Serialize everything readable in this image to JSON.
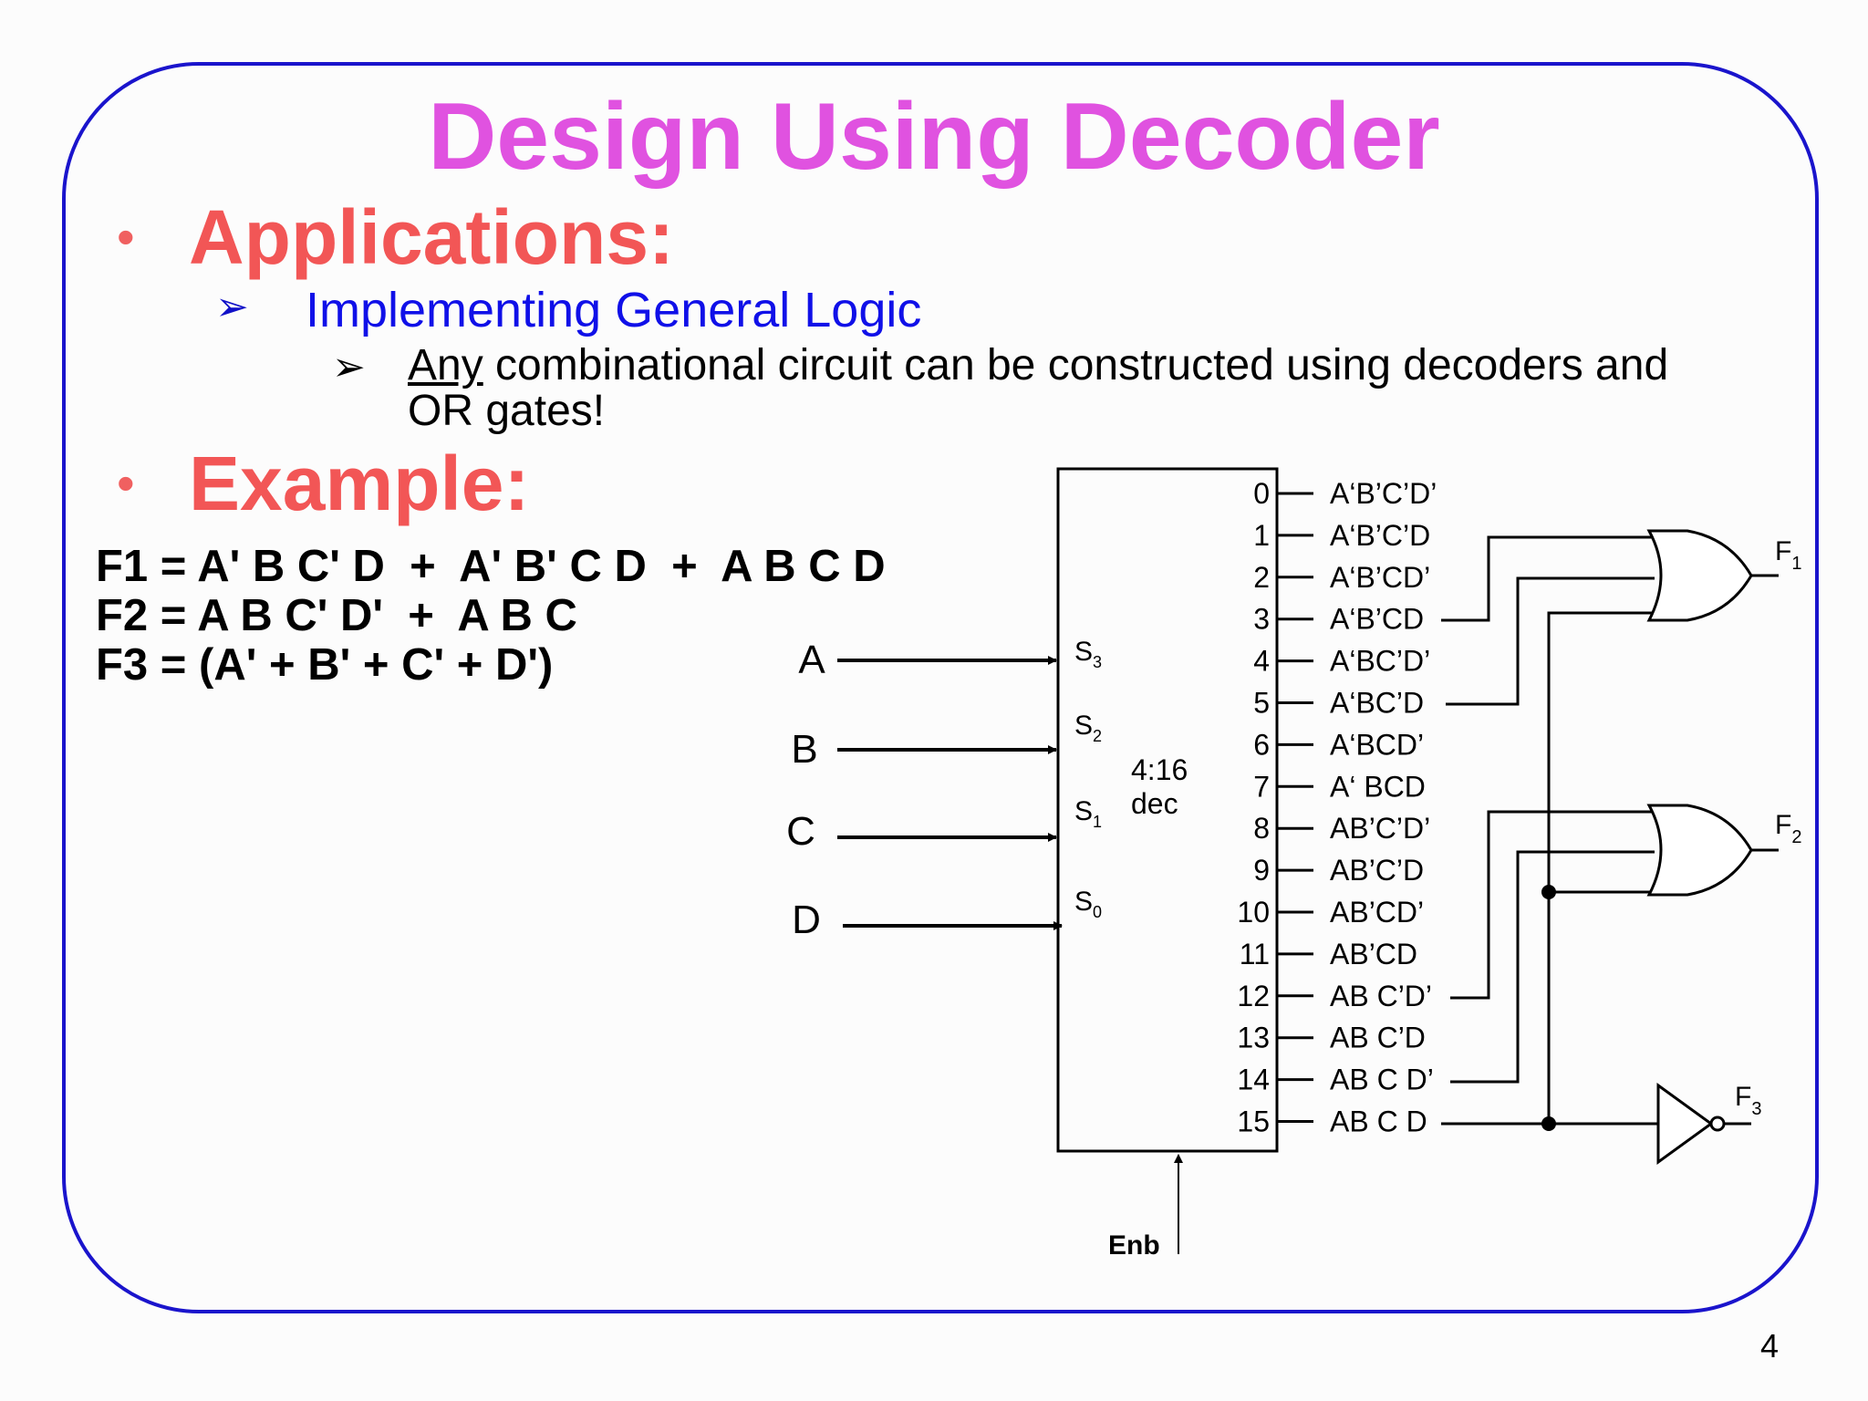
{
  "slide": {
    "title": "Design Using Decoder",
    "bullets": [
      {
        "dot": "•",
        "heading": "Applications:"
      },
      {
        "dot": "•",
        "heading": "Example:"
      }
    ],
    "sub_bullet_marker": "➢",
    "sub_heading": "Implementing General Logic",
    "sub_sub": {
      "underlined": "Any",
      "rest": " combinational circuit can be constructed using decoders and OR gates!"
    },
    "equations": [
      "F1 = A' B C' D  +  A' B' C D  +  A B C D",
      "F2 = A B C' D'  +  A B C",
      "F3 = (A' + B' + C' + D')"
    ],
    "page_number": "4"
  },
  "diagram": {
    "inputs": [
      "A",
      "B",
      "C",
      "D"
    ],
    "select_labels": [
      {
        "base": "S",
        "sub": "3"
      },
      {
        "base": "S",
        "sub": "2"
      },
      {
        "base": "S",
        "sub": "1"
      },
      {
        "base": "S",
        "sub": "0"
      }
    ],
    "decoder_label": [
      "4:16",
      "dec"
    ],
    "enable_label": "Enb",
    "output_numbers": [
      "0",
      "1",
      "2",
      "3",
      "4",
      "5",
      "6",
      "7",
      "8",
      "9",
      "10",
      "11",
      "12",
      "13",
      "14",
      "15"
    ],
    "minterms": [
      "A‘B’C’D’",
      "A‘B’C’D",
      "A‘B’CD’",
      "A‘B’CD",
      "A‘BC’D’",
      "A‘BC’D",
      "A‘BCD’",
      "A‘ BCD",
      "AB’C’D’",
      "AB’C’D",
      "AB’CD’",
      "AB’CD",
      "AB C’D’",
      "AB C’D",
      "AB C D’",
      "AB C D"
    ],
    "gate_outputs": [
      {
        "base": "F",
        "sub": "1"
      },
      {
        "base": "F",
        "sub": "2"
      },
      {
        "base": "F",
        "sub": "3"
      }
    ]
  }
}
